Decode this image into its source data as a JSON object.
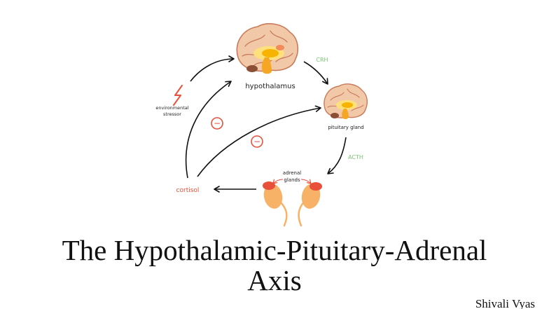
{
  "diagram": {
    "nodes": {
      "hypothalamus": "hypothalamus",
      "pituitary": "pituitary gland",
      "adrenal_line1": "adrenal",
      "adrenal_line2": "glands",
      "cortisol": "cortisol",
      "stressor_line1": "environmental",
      "stressor_line2": "stressor"
    },
    "hormones": {
      "crh": "CRH",
      "acth": "ACTH"
    },
    "inhibition_symbol": "−",
    "icons": [
      "brain-icon",
      "lightning-bolt-icon",
      "adrenal-gland-icon",
      "inhibition-icon"
    ],
    "colors": {
      "hormone_label": "#7cc576",
      "cortisol": "#e8503a",
      "inhibition": "#e8503a",
      "stressor": "#e8503a",
      "arrow": "#111111",
      "brain_outline": "#c97a5a",
      "brain_fill": "#f2c9a8",
      "brain_core": "#f6b400"
    }
  },
  "title": {
    "line1": "The Hypothalamic-Pituitary-Adrenal",
    "line2": "Axis"
  },
  "author": "Shivali Vyas"
}
